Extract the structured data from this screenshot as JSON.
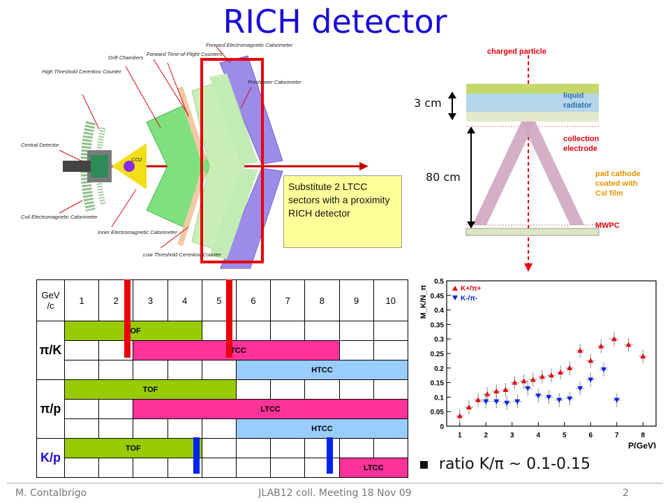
{
  "title": "RICH detector",
  "callout": "Substitute 2 LTCC sectors with a proximity RICH detector",
  "detector_labels": {
    "high_threshold": "High Threshold Cerenkov Counter",
    "drift": "Drift Chambers",
    "ftof": "Forward Time-of-Flight Counters",
    "fec": "Forward Electromagnetic Calorimeter",
    "preshower": "Preshower Calorimeter",
    "central": "Central Detector",
    "co2": "CO2",
    "coil": "Coil Electromagnetic Calorimeter",
    "inner": "Inner Electromagnetic Calorimeter",
    "low_threshold": "Low Threshold Cerenkov Counter"
  },
  "rich_scheme": {
    "charged_particle": "charged particle",
    "liquid_radiator": "liquid radiator",
    "collection_electrode": "collection electrode",
    "pad_cathode": "pad cathode coated with CsI film",
    "mwpc": "MWPC",
    "dim_3cm": "3 cm",
    "dim_80cm": "80 cm"
  },
  "table": {
    "corner": "GeV /c",
    "momenta": [
      "1",
      "2",
      "3",
      "4",
      "5",
      "6",
      "7",
      "8",
      "9",
      "10"
    ],
    "rows": [
      {
        "particle": "π/K",
        "color": "#000000",
        "bars": [
          {
            "label": "TOF",
            "start": 1,
            "end": 4,
            "type": "tof"
          },
          {
            "label": "LTCC",
            "start": 3,
            "end": 8,
            "type": "ltcc"
          },
          {
            "label": "HTCC",
            "start": 6,
            "end": 10,
            "type": "htcc"
          }
        ]
      },
      {
        "particle": "π/p",
        "color": "#000000",
        "bars": [
          {
            "label": "TOF",
            "start": 1,
            "end": 5,
            "type": "tof"
          },
          {
            "label": "LTCC",
            "start": 3,
            "end": 10,
            "type": "ltcc"
          },
          {
            "label": "HTCC",
            "start": 6,
            "end": 10,
            "type": "htcc"
          }
        ]
      },
      {
        "particle": "K/p",
        "color": "#1a0bd6",
        "bars": [
          {
            "label": "TOF",
            "start": 1,
            "end": 4,
            "type": "tof"
          },
          {
            "label": "LTCC",
            "start": 9,
            "end": 10,
            "type": "ltcc"
          }
        ]
      }
    ]
  },
  "colors": {
    "tof": "#99cc00",
    "ltcc": "#ff3399",
    "htcc": "#99ccff",
    "highlight_red": "#e8000d",
    "highlight_blue": "#0022ee",
    "title": "#1a0bd6"
  },
  "chart_data": {
    "type": "scatter",
    "ylabel": "M_K/N_π",
    "xlabel": "P(GeV)",
    "xlim": [
      0.5,
      8.5
    ],
    "ylim": [
      0,
      0.5
    ],
    "x_ticks": [
      "1",
      "2",
      "3",
      "4",
      "5",
      "6",
      "7",
      "8"
    ],
    "y_ticks": [
      "0",
      "0.05",
      "0.1",
      "0.15",
      "0.2",
      "0.25",
      "0.3",
      "0.35",
      "0.4",
      "0.45",
      "0.5"
    ],
    "series": [
      {
        "name": "K+/π+",
        "color": "#e8000d",
        "x": [
          1.0,
          1.35,
          1.7,
          2.05,
          2.4,
          2.75,
          3.1,
          3.45,
          3.8,
          4.15,
          4.5,
          4.85,
          5.2,
          5.6,
          6.0,
          6.4,
          6.9,
          7.45,
          8.0
        ],
        "y": [
          0.035,
          0.065,
          0.09,
          0.11,
          0.12,
          0.125,
          0.15,
          0.155,
          0.16,
          0.17,
          0.175,
          0.185,
          0.2,
          0.26,
          0.225,
          0.275,
          0.3,
          0.28,
          0.24
        ]
      },
      {
        "name": "K-/π-",
        "color": "#0022ee",
        "x": [
          2.0,
          2.4,
          2.8,
          3.2,
          3.6,
          4.0,
          4.4,
          4.8,
          5.2,
          5.6,
          6.0,
          6.5,
          7.0
        ],
        "y": [
          0.085,
          0.085,
          0.08,
          0.085,
          0.13,
          0.105,
          0.1,
          0.09,
          0.095,
          0.13,
          0.16,
          0.195,
          0.09
        ]
      }
    ]
  },
  "bullet": "ratio K/π ~ 0.1-0.15",
  "footer": {
    "author": "M. Contalbrigo",
    "event": "JLAB12 coll. Meeting 18 Nov 09",
    "page": "2"
  }
}
